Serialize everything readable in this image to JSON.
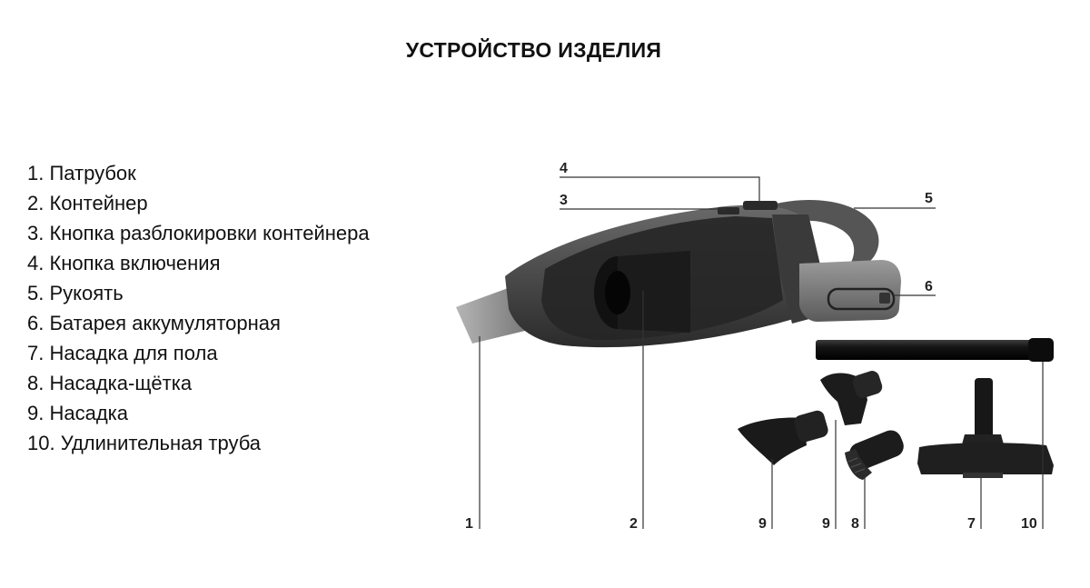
{
  "title": "УСТРОЙСТВО ИЗДЕЛИЯ",
  "parts": [
    "1. Патрубок",
    "2. Контейнер",
    "3. Кнопка разблокировки контейнера",
    "4. Кнопка включения",
    "5. Рукоять",
    "6. Батарея аккумуляторная",
    "7. Насадка для пола",
    "8. Насадка-щётка",
    "9. Насадка",
    "10. Удлинительная труба"
  ],
  "callouts": {
    "c1": "1",
    "c2": "2",
    "c3": "3",
    "c4": "4",
    "c5": "5",
    "c6": "6",
    "c7": "7",
    "c8": "8",
    "c9a": "9",
    "c9b": "9",
    "c10": "10"
  },
  "colors": {
    "body": "#3a3a3a",
    "container": "#2a2a2a",
    "line": "#333333"
  }
}
